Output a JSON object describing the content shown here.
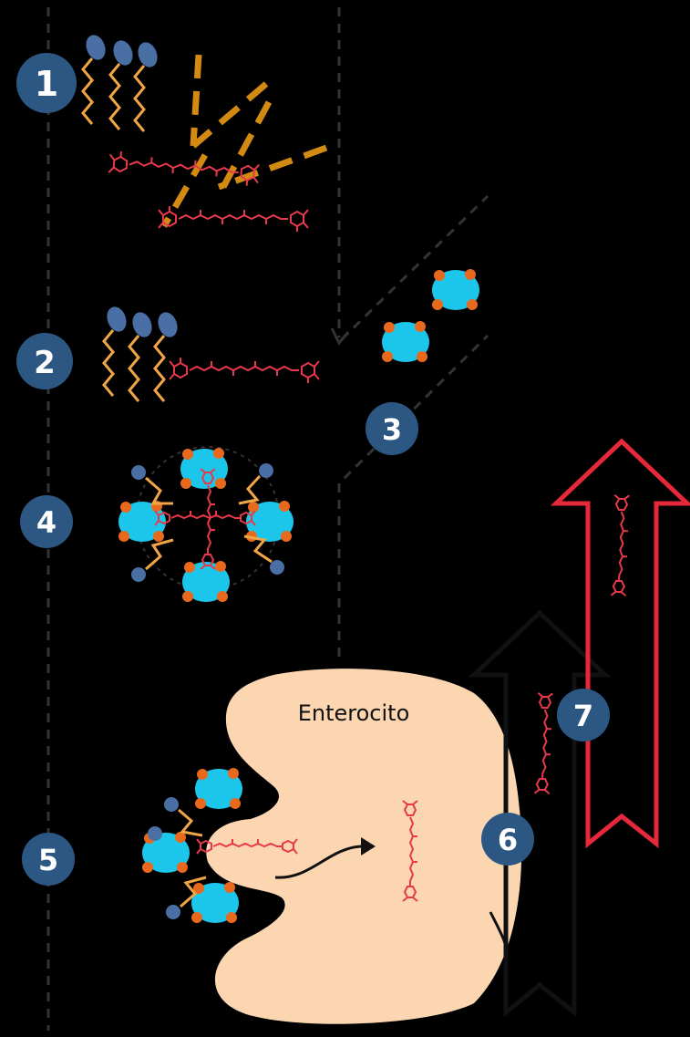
{
  "colors": {
    "background": "#000000",
    "step_badge": "#2c5783",
    "carotenoid": "#e8394b",
    "fatty_acid": "#f0a646",
    "micelle_protein": "#1cc6ea",
    "micelle_dot": "#e8691e",
    "phospholipid_head": "#4a6fa5",
    "enterocyte": "#fbd6b0",
    "lipase_dash": "#d38a12",
    "arrow_lymph": "#111111",
    "arrow_blood": "#e5283a"
  },
  "steps": [
    "1",
    "2",
    "3",
    "4",
    "5",
    "6",
    "7"
  ],
  "cell": {
    "label": "Enterocito"
  },
  "icons": {
    "carotenoid": "carotenoid-molecule-icon",
    "micelle": "mixed-micelle-icon",
    "bile_salt": "bile-salt-icon",
    "enzyme": "lipase-enzyme-icon"
  }
}
